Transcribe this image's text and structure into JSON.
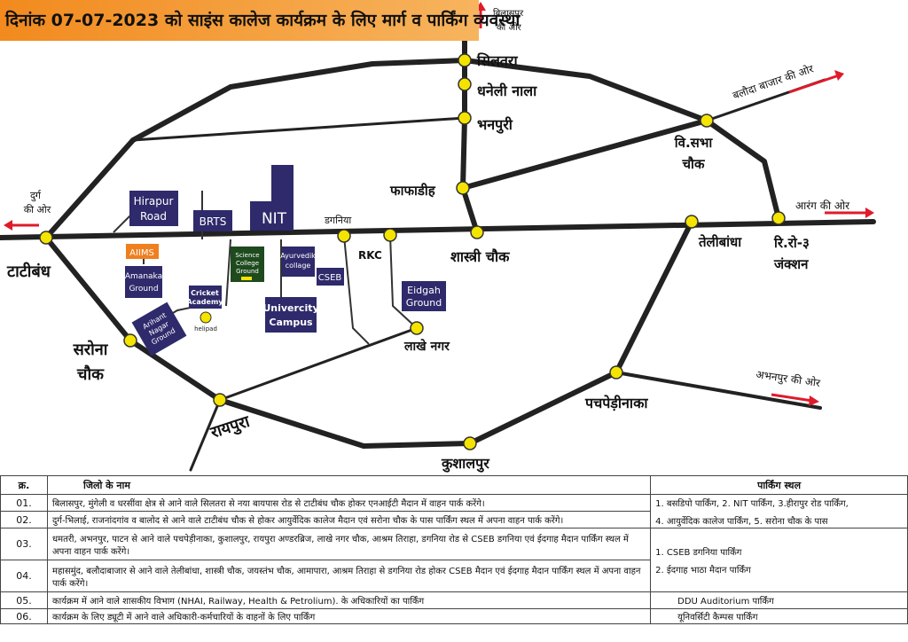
{
  "title": "दिनांक 07-07-2023 को साइंस कालेज कार्यक्रम के लिए मार्ग व पार्किंग व्यवस्था",
  "directions": {
    "bilaspur": [
      "बिलासपुर",
      "की ओर"
    ],
    "durg": [
      "दुर्ग",
      "की ओर"
    ],
    "baloda_bazar": "बलौदा बाजार की ओर",
    "arang": "आरंग की ओर",
    "abhanpur": "अभनपुर की ओर"
  },
  "places": {
    "siltara": "सिलतरा",
    "dhaneli_nala": "धनेली नाला",
    "bhanpuri": "भनपुरी",
    "phaphadih": "फाफाडीह",
    "vidhansabha_chowk": [
      "वि.सभा",
      "चौक"
    ],
    "tatibandh": "टाटीबंध",
    "dagniya": "डगनिया",
    "rkc": "RKC",
    "shastri_chowk": "शास्त्री चौक",
    "telibandha": "तेलीबांधा",
    "ring_road_3": [
      "रि.रो-३",
      "जंक्शन"
    ],
    "sarona_chowk": [
      "सरोना",
      "चौक"
    ],
    "lakhe_nagar": "लाखे नगर",
    "pachpedi_naka": "पचपेड़ीनाका",
    "raipura": "रायपुरा",
    "kushalpur": "कुशालपुर"
  },
  "parking_boxes": {
    "hirapur_road": [
      "Hirapur",
      "Road"
    ],
    "brts": "BRTS",
    "nit": "NIT",
    "aiims": "AIIMS",
    "amanaka_ground": [
      "Amanaka",
      "Ground"
    ],
    "science_college_ground": [
      "Science",
      "College",
      "Ground"
    ],
    "ayurvedic_college": [
      "Ayurvedik",
      "collage"
    ],
    "cseb": "CSEB",
    "eidgah_ground": [
      "Eidgah",
      "Ground"
    ],
    "cricket_academy": [
      "Cricket",
      "Academy"
    ],
    "helipad": "helipad",
    "arihant_nagar_ground": [
      "Arihant",
      "Nagar",
      "Ground"
    ],
    "university_campus": [
      "Univercity",
      "Campus"
    ]
  },
  "colors": {
    "title_bg": "#f28a1e",
    "road": "#222222",
    "junction": "#f5e400",
    "parking_box": "#2e2a6b",
    "aiims_box": "#f07f1f",
    "science_college_box": "#1e4a1e",
    "arrow": "#e01a2a"
  },
  "legend": {
    "headers": {
      "num": "क्र.",
      "district": "जिलो के नाम",
      "parking": "पार्किंग स्थल"
    },
    "rows": [
      {
        "num": "01.",
        "text": "बिलासपुर, मुंगेली व धरसींवा क्षेत्र से आने वाले सिलतरा से नया बायपास रोड से टाटीबंध चौक होकर एनआईटी मैदान में वाहन पार्क करेंगे।"
      },
      {
        "num": "02.",
        "text": "दुर्ग-भिलाई, राजनांदगांव व बालोद से आने वाले टाटीबंध चौक से होकर आयुर्वेदिक कालेज मैदान एवं सरोना चौक के पास पार्किंग स्थल में अपना वाहन पार्क करेंगे।"
      },
      {
        "num": "03.",
        "text": "धमतरी, अभनपुर, पाटन से आने वाले पचपेड़ीनाका, कुशालपुर, रायपुरा अण्डरब्रिज, लाखे नगर चौक, आश्रम तिराहा, डगनिया रोड से CSEB डगनिया एवं ईदगाह मैदान पार्किंग स्थल में अपना वाहन पार्क करेंगे।"
      },
      {
        "num": "04.",
        "text": "महासमुंद, बलौदाबाजार से आने वाले तेलीबांधा, शास्त्री चौक, जयस्तंभ चौक, आमापारा, आश्रम तिराहा से डगनिया रोड होकर CSEB मैदान एवं ईदगाह मैदान पार्किंग स्थल में अपना वाहन पार्क करेंगे।"
      },
      {
        "num": "05.",
        "text": "कार्यक्रम में आने वाले शासकीय विभाग (NHAI, Railway, Health & Petrolium). के अधिकारियों का पार्किंग"
      },
      {
        "num": "06.",
        "text": "कार्यक्रम के लिए ड्यूटी में आने वाले अधिकारी-कर्मचारियों के वाहनों के लिए पार्किंग"
      }
    ],
    "parking": {
      "group_a_line1": "1. बसडिपो पार्किंग, 2. NIT पार्किंग, 3.हीरापुर रोड पार्किंग,",
      "group_a_line2": "4. आयुर्वेदिक कालेज पार्किंग, 5. सरोना चौक के पास",
      "group_b_line1": "1. CSEB डगनिया पार्किंग",
      "group_b_line2": "2. ईदगाह भाठा मैदान पार्किंग",
      "row5": "DDU Auditorium पार्किंग",
      "row6": "यूनिवर्सिटी कैम्पस पार्किंग"
    }
  }
}
